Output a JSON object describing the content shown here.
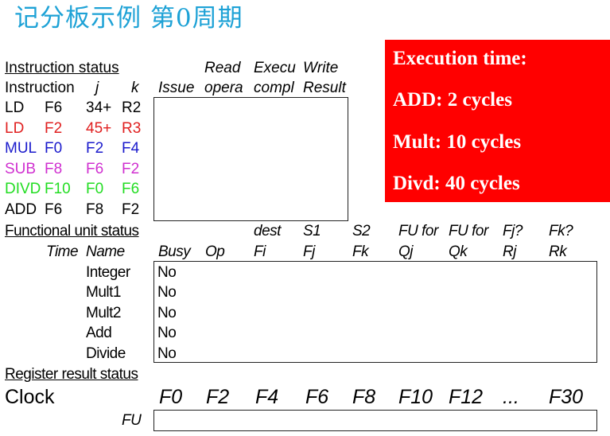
{
  "title": "记分板示例  第0周期",
  "execution_time": {
    "heading": "Execution time:",
    "lines": [
      "ADD:  2  cycles",
      "Mult:  10 cycles",
      "Divd:  40 cycles"
    ],
    "background": "#ff0000"
  },
  "instruction_status": {
    "title": "Instruction status",
    "header_top": [
      "Read",
      "Execu",
      "Write"
    ],
    "header": [
      "Instruction",
      "j",
      "k",
      "Issue",
      "opera",
      "compl",
      "Result"
    ],
    "rows": [
      {
        "op": "LD",
        "dest": "F6",
        "j": "34+",
        "k": "R2",
        "color": "#000000"
      },
      {
        "op": "LD",
        "dest": "F2",
        "j": "45+",
        "k": "R3",
        "color": "#e02020"
      },
      {
        "op": "MUL",
        "dest": "F0",
        "j": "F2",
        "k": "F4",
        "color": "#1a1acc"
      },
      {
        "op": "SUB",
        "dest": "F8",
        "j": "F6",
        "k": "F2",
        "color": "#d030d0"
      },
      {
        "op": "DIVD",
        "dest": "F10",
        "j": "F0",
        "k": "F6",
        "color": "#22dd22"
      },
      {
        "op": "ADD",
        "dest": "F6",
        "j": "F8",
        "k": "F2",
        "color": "#000000"
      }
    ]
  },
  "functional_unit_status": {
    "title": "Functional unit status",
    "header_top": [
      "dest",
      "S1",
      "S2",
      "FU for",
      "FU for",
      "Fj?",
      "Fk?"
    ],
    "header": [
      "Time",
      "Name",
      "Busy",
      "Op",
      "Fi",
      "Fj",
      "Fk",
      "Qj",
      "Qk",
      "Rj",
      "Rk"
    ],
    "rows": [
      {
        "name": "Integer",
        "busy": "No"
      },
      {
        "name": "Mult1",
        "busy": "No"
      },
      {
        "name": "Mult2",
        "busy": "No"
      },
      {
        "name": "Add",
        "busy": "No"
      },
      {
        "name": "Divide",
        "busy": "No"
      }
    ]
  },
  "register_result_status": {
    "title": "Register result status",
    "clock_label": "Clock",
    "registers": [
      "F0",
      "F2",
      "F4",
      "F6",
      "F8",
      "F10",
      "F12",
      "...",
      "F30"
    ],
    "fu_label": "FU"
  }
}
